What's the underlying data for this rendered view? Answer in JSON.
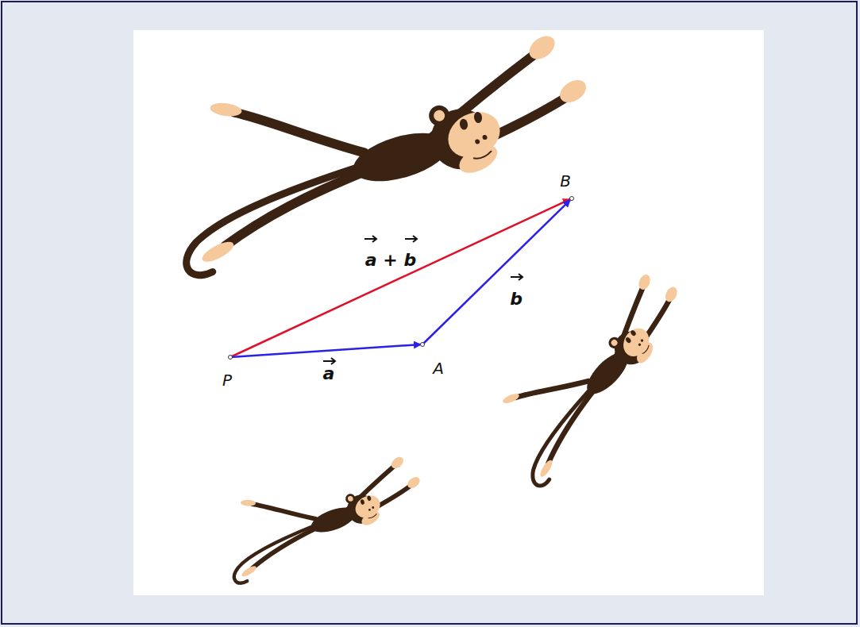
{
  "diagram": {
    "labels": [
      "B",
      "a + b",
      "b",
      "P",
      "a",
      "A"
    ]
  }
}
